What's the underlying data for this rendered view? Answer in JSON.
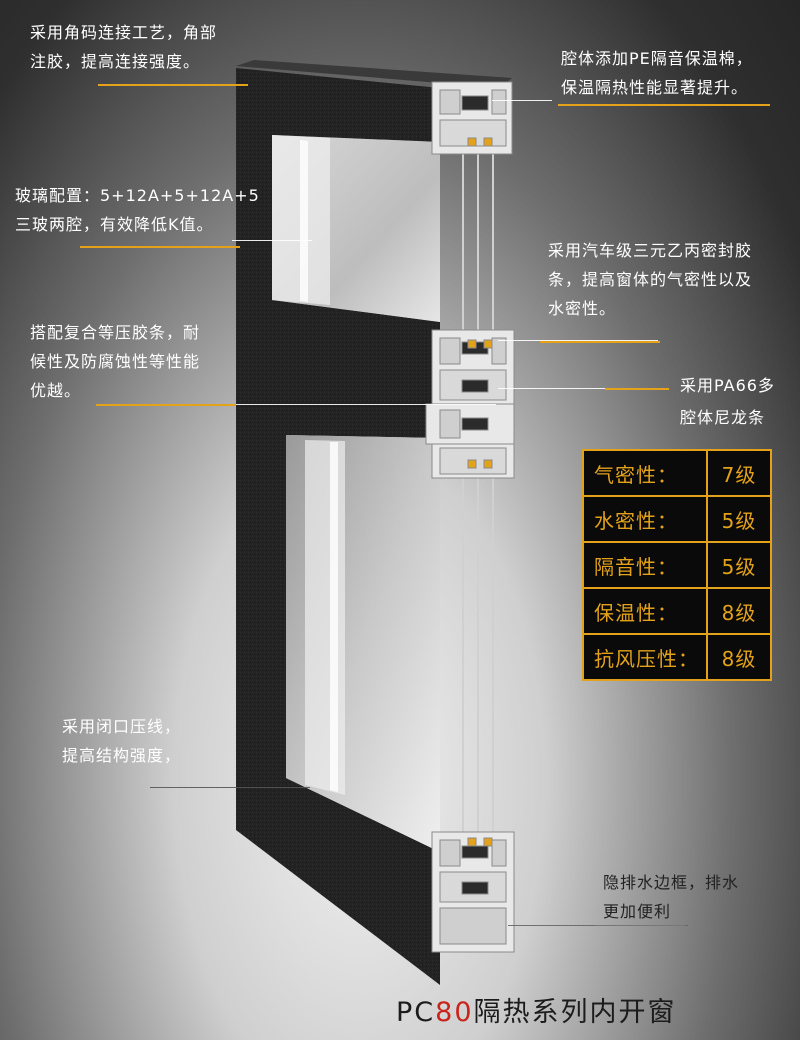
{
  "callouts": {
    "corner": [
      "采用角码连接工艺，角部",
      "注胶，提高连接强度。"
    ],
    "pe": [
      "腔体添加PE隔音保温棉，",
      "保温隔热性能显著提升。"
    ],
    "glass": [
      "玻璃配置：5+12A+5+12A+5",
      "三玻两腔，有效降低K值。"
    ],
    "epdm": [
      "采用汽车级三元乙丙密封胶",
      "条，提高窗体的气密性以及",
      "水密性。"
    ],
    "strip": [
      "搭配复合等压胶条，耐",
      "候性及防腐蚀性等性能",
      "优越。"
    ],
    "pa66": [
      "采用PA66多",
      "腔体尼龙条"
    ],
    "bead": [
      "采用闭口压线，",
      "提高结构强度，"
    ],
    "drain": [
      "隐排水边框，排水",
      "更加便利"
    ]
  },
  "specs": [
    {
      "label": "气密性：",
      "value": "7级"
    },
    {
      "label": "水密性：",
      "value": "5级"
    },
    {
      "label": "隔音性：",
      "value": "5级"
    },
    {
      "label": "保温性：",
      "value": "8级"
    },
    {
      "label": "抗风压性：",
      "value": "8级"
    }
  ],
  "title": {
    "prefix": "PC",
    "number": "80",
    "suffix": "隔热系列内开窗"
  },
  "colors": {
    "accent": "#e3a21a",
    "title_number": "#c8241b",
    "frame": "#1f1f1f"
  }
}
